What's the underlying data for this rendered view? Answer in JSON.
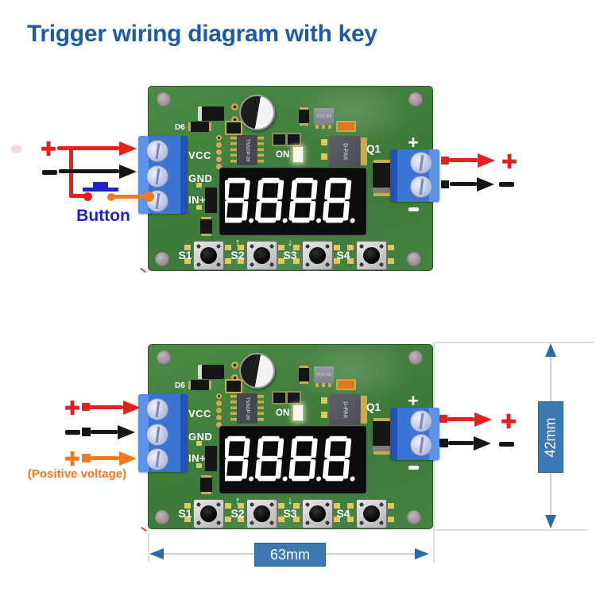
{
  "title": "Trigger wiring diagram with key",
  "board": {
    "display": "8888",
    "terminal_labels": {
      "vcc": "VCC",
      "gnd": "GND",
      "inp": "IN+"
    },
    "output_marks": {
      "plus": "+",
      "minus": "−"
    },
    "silk": {
      "d6": "D6",
      "on": "ON",
      "q1": "Q1",
      "tssop": "TSSOP-20",
      "dpak": "D-PAK",
      "sot": "SOT-89"
    },
    "buttons": [
      {
        "label": "S1"
      },
      {
        "label": "S2"
      },
      {
        "label": "S3"
      },
      {
        "label": "S4"
      }
    ],
    "arrow_up": "↑",
    "arrow_down": "↓"
  },
  "diagram_top": {
    "input_plus": "+",
    "input_minus": "−",
    "button_label": "Button",
    "output_plus": "+",
    "output_minus": "−"
  },
  "diagram_bottom": {
    "input_plus": "+",
    "input_minus": "−",
    "trigger_plus": "+",
    "note": "(Positive voltage)",
    "output_plus": "+",
    "output_minus": "−"
  },
  "dimensions": {
    "width": "63mm",
    "height": "42mm"
  },
  "colors": {
    "title_blue": "#1c5ca6",
    "pcb_green": "#44813f",
    "wire_red": "#e71f1f",
    "wire_black": "#151515",
    "wire_orange": "#f2791c",
    "button_blue": "#2222cc",
    "dimension_blue": "#3b79b3",
    "terminal_blue": "#3a74d4"
  }
}
